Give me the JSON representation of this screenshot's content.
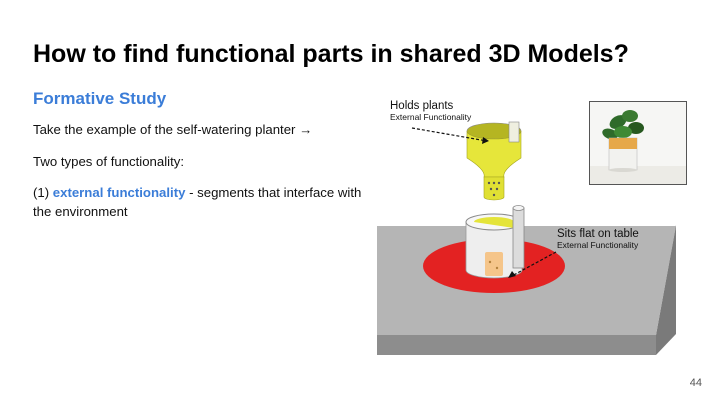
{
  "slide": {
    "title": "How to find functional parts in shared 3D Models?",
    "subtitle": "Formative Study",
    "paragraph1": "Take the example of the self-watering planter →",
    "paragraph2": "Two types of functionality:",
    "paragraph3_prefix": "(1) ",
    "paragraph3_highlight": "external functionality",
    "paragraph3_suffix": " - segments that interface with the environment",
    "page_number": "44"
  },
  "figure": {
    "annotation_top": {
      "label": "Holds plants",
      "sublabel": "External Functionality"
    },
    "annotation_bottom": {
      "label": "Sits flat on table",
      "sublabel": "External Functionality"
    },
    "colors": {
      "accent": "#3b7dd8",
      "table_top": "#b3b3b3",
      "table_side": "#8a8a8a",
      "contact_highlight": "#e32222",
      "planter_top": "#e6e63a"
    }
  }
}
